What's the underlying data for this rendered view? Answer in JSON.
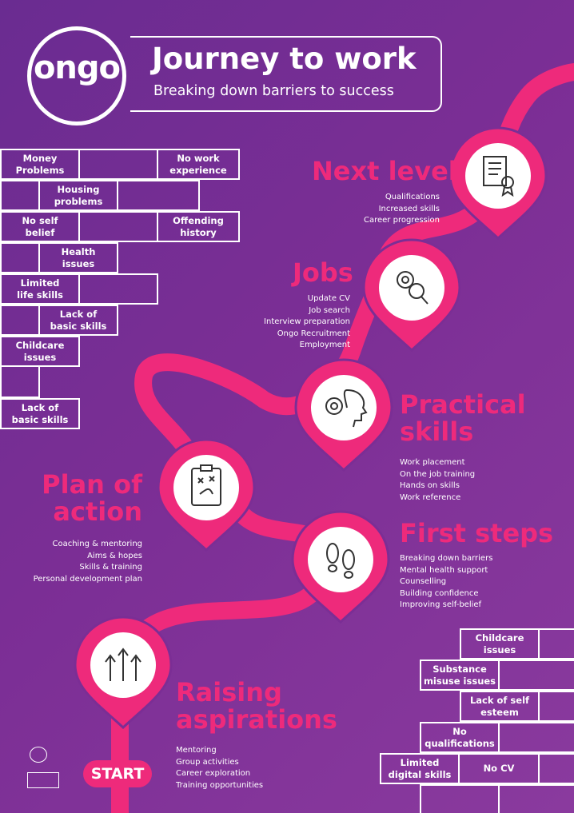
{
  "header": {
    "logo_text": "ongo",
    "title": "Journey to work",
    "subtitle": "Breaking down barriers to success"
  },
  "barriers_top_left": [
    {
      "label": "Money\nProblems"
    },
    {
      "label": "No work\nexperience"
    },
    {
      "label": "Housing\nproblems"
    },
    {
      "label": "No self\nbelief"
    },
    {
      "label": "Offending\nhistory"
    },
    {
      "label": "Health\nissues"
    },
    {
      "label": "Limited\nlife skills"
    },
    {
      "label": "Lack of\nbasic skills"
    },
    {
      "label": "Childcare\nissues"
    },
    {
      "label": "Lack of\nbasic skills"
    }
  ],
  "barriers_bottom_right": [
    {
      "label": "Childcare\nissues"
    },
    {
      "label": "Substance\nmisuse issues"
    },
    {
      "label": "Lack of self\nesteem"
    },
    {
      "label": "No\nqualifications"
    },
    {
      "label": "Limited\ndigital skills"
    },
    {
      "label": "No CV"
    }
  ],
  "stages": {
    "next_level": {
      "heading": "Next level",
      "icon": "certificate-icon",
      "items": "Qualifications\nIncreased skills\nCareer progression"
    },
    "jobs": {
      "heading": "Jobs",
      "icon": "gear-magnifier-icon",
      "items": "Update CV\nJob search\nInterview preparation\nOngo Recruitment\nEmployment"
    },
    "practical_skills": {
      "heading": "Practical\nskills",
      "icon": "head-gear-icon",
      "items": "Work placement\nOn the job training\nHands on skills\nWork reference"
    },
    "plan_of_action": {
      "heading": "Plan of\naction",
      "icon": "clipboard-tactics-icon",
      "items": "Coaching & mentoring\nAims & hopes\nSkills & training\nPersonal development plan"
    },
    "first_steps": {
      "heading": "First steps",
      "icon": "footprints-icon",
      "items": "Breaking down barriers\nMental health support\nCounselling\nBuilding confidence\nImproving self-belief"
    },
    "raising_aspirations": {
      "heading": "Raising\naspirations",
      "icon": "rising-arrows-icon",
      "items": "Mentoring\nGroup activities\nCareer exploration\nTraining opportunities"
    }
  },
  "start_label": "START",
  "colors": {
    "background": "#7b2e95",
    "accent": "#ee2a7b",
    "text": "#ffffff"
  }
}
